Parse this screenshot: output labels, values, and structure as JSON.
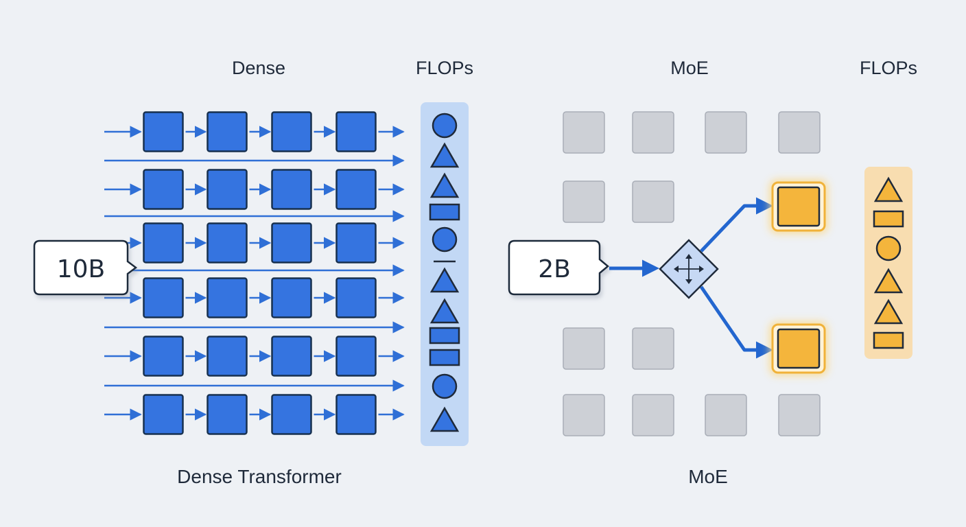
{
  "dense": {
    "title": "Dense",
    "flops_label": "FLOPs",
    "caption": "Dense Transformer",
    "callout": "10B",
    "rows": 6,
    "blocks_per_row": 4,
    "flops_shapes": [
      "circle-icon",
      "triangle-icon",
      "triangle-icon",
      "rectangle-icon",
      "circle-icon",
      "dash-icon",
      "triangle-icon",
      "triangle-icon",
      "rectangle-icon",
      "rectangle-icon",
      "circle-icon",
      "triangle-icon"
    ]
  },
  "moe": {
    "title": "MoE",
    "flops_label": "FLOPs",
    "caption": "MoE",
    "callout": "2B",
    "router_icon": "router-diamond-icon",
    "active_experts": 2,
    "flops_shapes": [
      "triangle-icon",
      "rectangle-icon",
      "circle-icon",
      "triangle-icon",
      "triangle-icon",
      "rectangle-icon"
    ]
  },
  "colors": {
    "background": "#eef1f5",
    "dense_block": "#3574e0",
    "dense_stroke": "#17304f",
    "arrow": "#2f6fd6",
    "inactive_expert": "#cdd0d6",
    "active_expert": "#f4b53c",
    "active_glow": "#fbd98a",
    "dense_flops_panel": "#c2d8f5",
    "moe_flops_panel": "#f8ddb0"
  }
}
